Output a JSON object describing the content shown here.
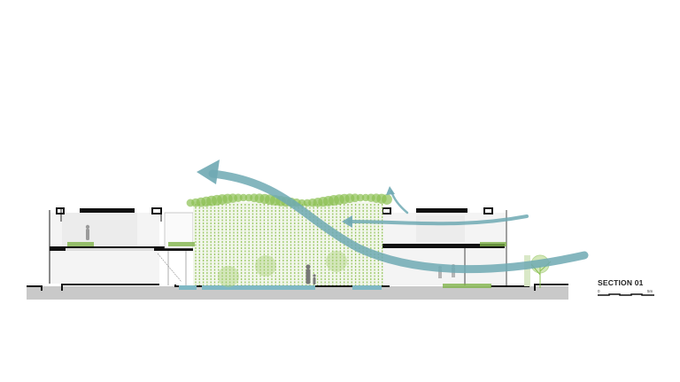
{
  "section": {
    "title": "SECTION 01",
    "scale_start": "0",
    "scale_end": "5m"
  },
  "colors": {
    "ground": "#c8c8c8",
    "structure": "#111111",
    "vegetation": "#8cc152",
    "wind_arrow": "#6fa9b3",
    "water": "#7fb8c4"
  }
}
